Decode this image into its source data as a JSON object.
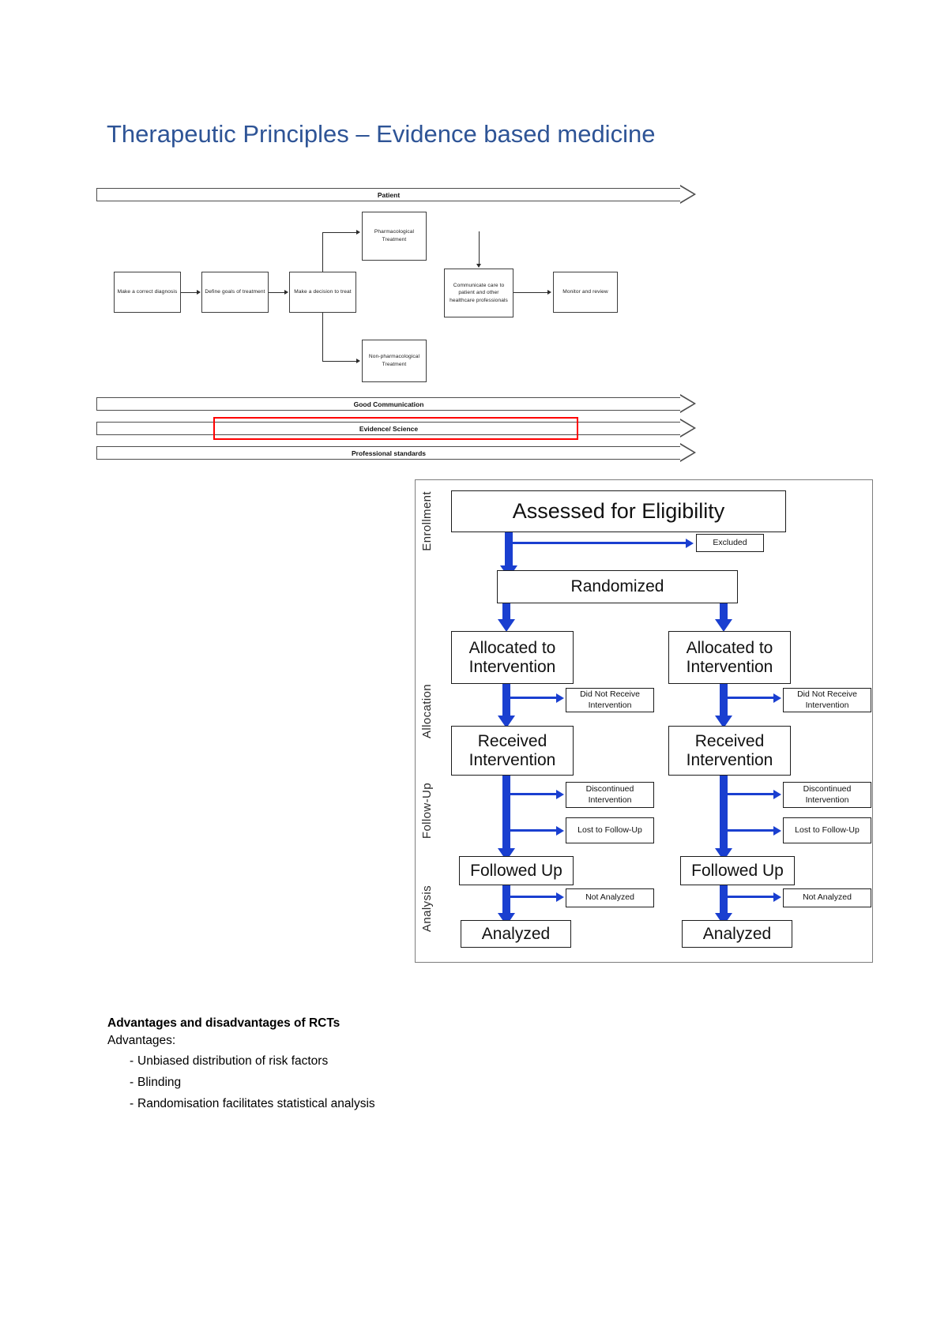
{
  "page": {
    "title": "Therapeutic Principles – Evidence based medicine"
  },
  "therapeutic_figure": {
    "top_banner": {
      "label": "Patient"
    },
    "process_boxes": [
      {
        "id": "diagnosis",
        "label": "Make a correct diagnosis"
      },
      {
        "id": "goals",
        "label": "Define goals of treatment"
      },
      {
        "id": "decision",
        "label": "Make a decision to treat"
      },
      {
        "id": "communicate",
        "label": "Communicate care to patient and other healthcare professionals"
      },
      {
        "id": "monitor",
        "label": "Monitor and review"
      }
    ],
    "treatment_boxes": [
      {
        "id": "pharmacological",
        "label": "Pharmacological Treatment"
      },
      {
        "id": "non-pharmacological",
        "label": "Non-pharmacological Treatment"
      }
    ],
    "foundation_banners": [
      {
        "id": "good-communication",
        "label": "Good Communication",
        "highlighted": false
      },
      {
        "id": "evidence-science",
        "label": "Evidence/ Science",
        "highlighted": true
      },
      {
        "id": "professional-standards",
        "label": "Professional standards",
        "highlighted": false
      }
    ],
    "highlight_color": "#ff0000"
  },
  "consort_figure": {
    "phases": [
      {
        "id": "enrollment",
        "label": "Enrollment"
      },
      {
        "id": "allocation",
        "label": "Allocation"
      },
      {
        "id": "follow-up",
        "label": "Follow-Up"
      },
      {
        "id": "analysis",
        "label": "Analysis"
      }
    ],
    "arrow_color": "#1a3fd0",
    "nodes": {
      "assessed": "Assessed for Eligibility",
      "excluded": "Excluded",
      "randomized": "Randomized",
      "allocated_left": "Allocated to Intervention",
      "allocated_right": "Allocated to Intervention",
      "did_not_receive_left": "Did Not Receive Intervention",
      "did_not_receive_right": "Did Not Receive Intervention",
      "received_left": "Received Intervention",
      "received_right": "Received Intervention",
      "discontinued_left": "Discontinued Intervention",
      "discontinued_right": "Discontinued Intervention",
      "lost_left": "Lost to Follow-Up",
      "lost_right": "Lost to Follow-Up",
      "followed_left": "Followed Up",
      "followed_right": "Followed Up",
      "not_analyzed_left": "Not Analyzed",
      "not_analyzed_right": "Not Analyzed",
      "analyzed_left": "Analyzed",
      "analyzed_right": "Analyzed"
    }
  },
  "rct_notes": {
    "heading": "Advantages and disadvantages of RCTs",
    "subheading": "Advantages:",
    "bullet_marker": "-",
    "advantages": [
      "Unbiased distribution of risk factors",
      "Blinding",
      "Randomisation facilitates statistical analysis"
    ]
  }
}
